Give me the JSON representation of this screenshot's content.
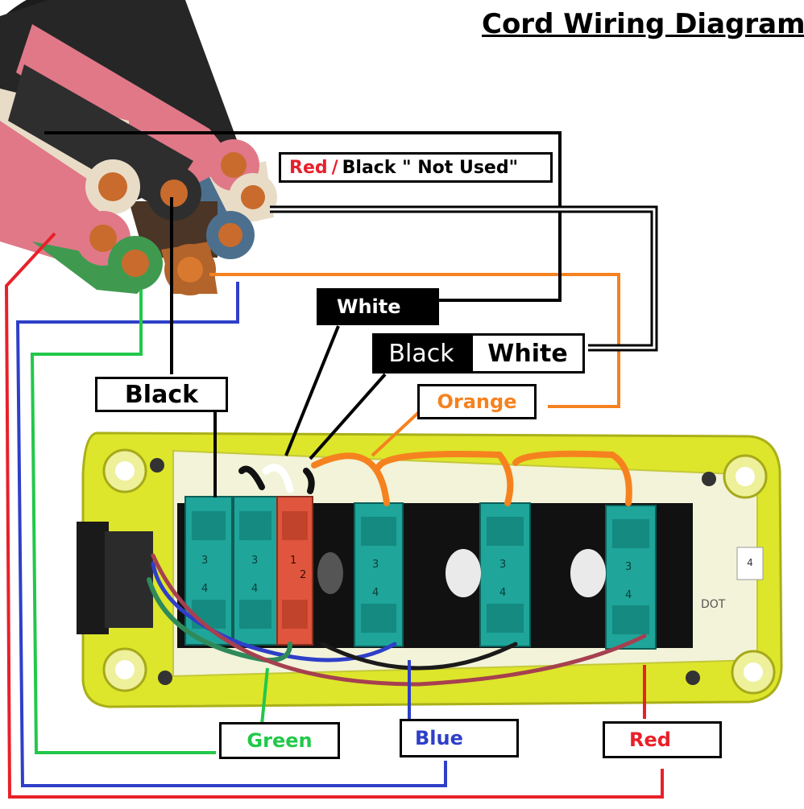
{
  "title": "Cord Wiring Diagram",
  "legend_not_used": {
    "red_word": "Red",
    "slash": "/",
    "rest": " Black \" Not Used\""
  },
  "labels": {
    "white_top": "White",
    "black_right": "Black",
    "white_right": "White",
    "black_left": "Black",
    "orange": "Orange",
    "green": "Green",
    "blue": "Blue",
    "red": "Red"
  },
  "housing_marks": {
    "dot": "DOT",
    "tag": "4"
  },
  "switch_numbers": [
    "3",
    "4",
    "1",
    "2"
  ],
  "colors": {
    "red": "#e8202a",
    "green": "#22c84a",
    "blue": "#2e3fc8",
    "orange": "#f5821f",
    "black": "#000000",
    "housing_yellow": "#dde62a",
    "switch_teal": "#1fa59a",
    "switch_red": "#e0553d",
    "cable_pink": "#e07888",
    "cable_cream": "#e9dcc7",
    "cable_black": "#2e2e2e",
    "copper": "#c96b2c"
  }
}
